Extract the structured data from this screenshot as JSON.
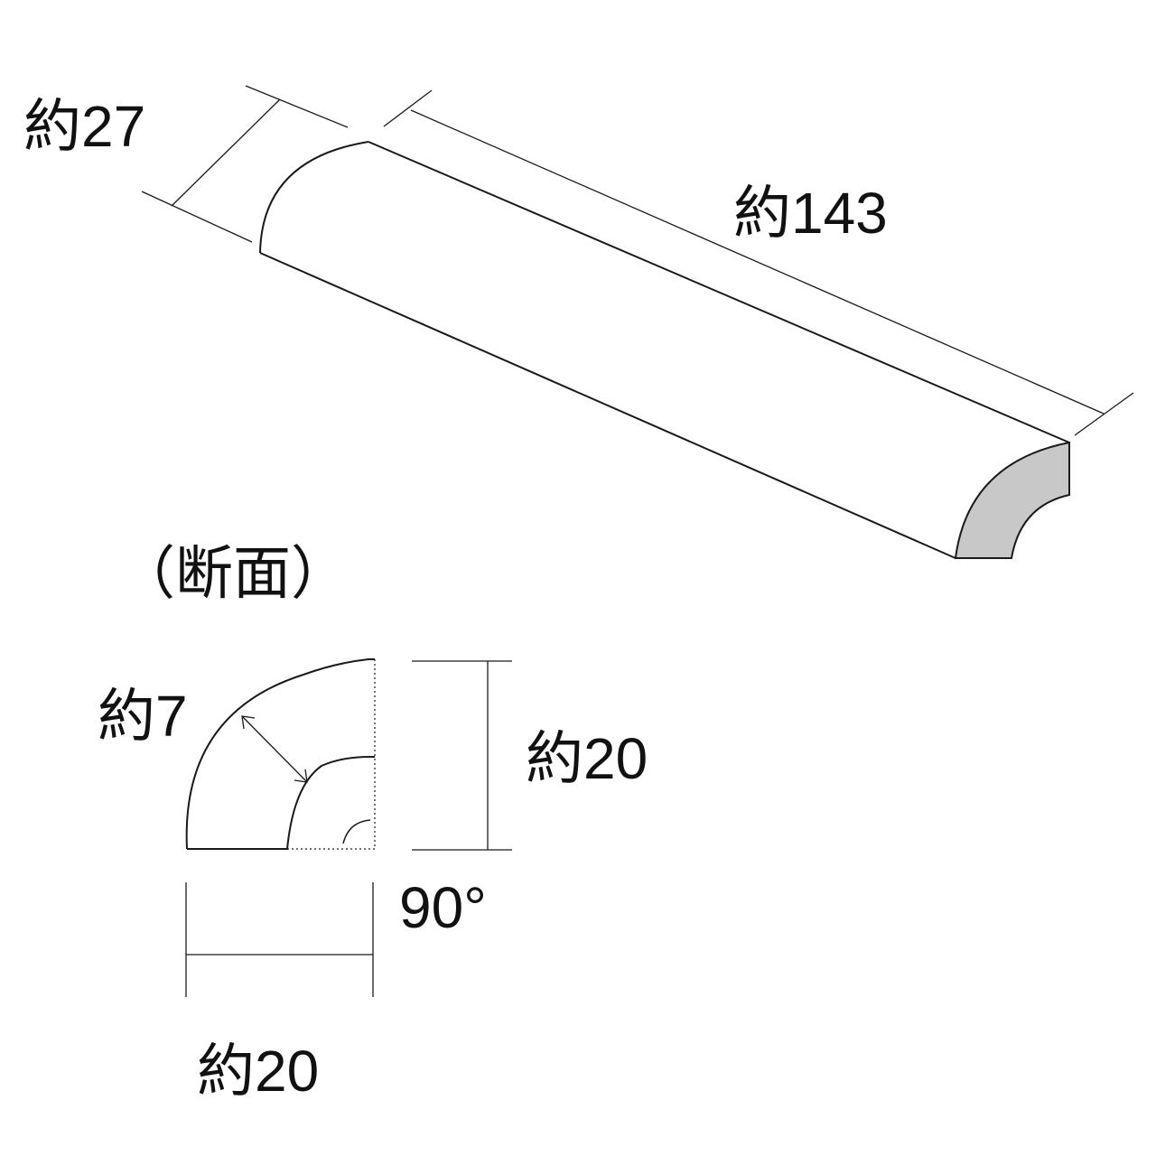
{
  "labels": {
    "width_top": "約27",
    "length": "約143",
    "section_title": "（断面）",
    "thickness": "約7",
    "height": "約20",
    "angle": "90°",
    "width_bottom": "約20"
  },
  "colors": {
    "line": "#1a1a1a",
    "section_fill": "#c8c8c8",
    "background": "#ffffff"
  }
}
